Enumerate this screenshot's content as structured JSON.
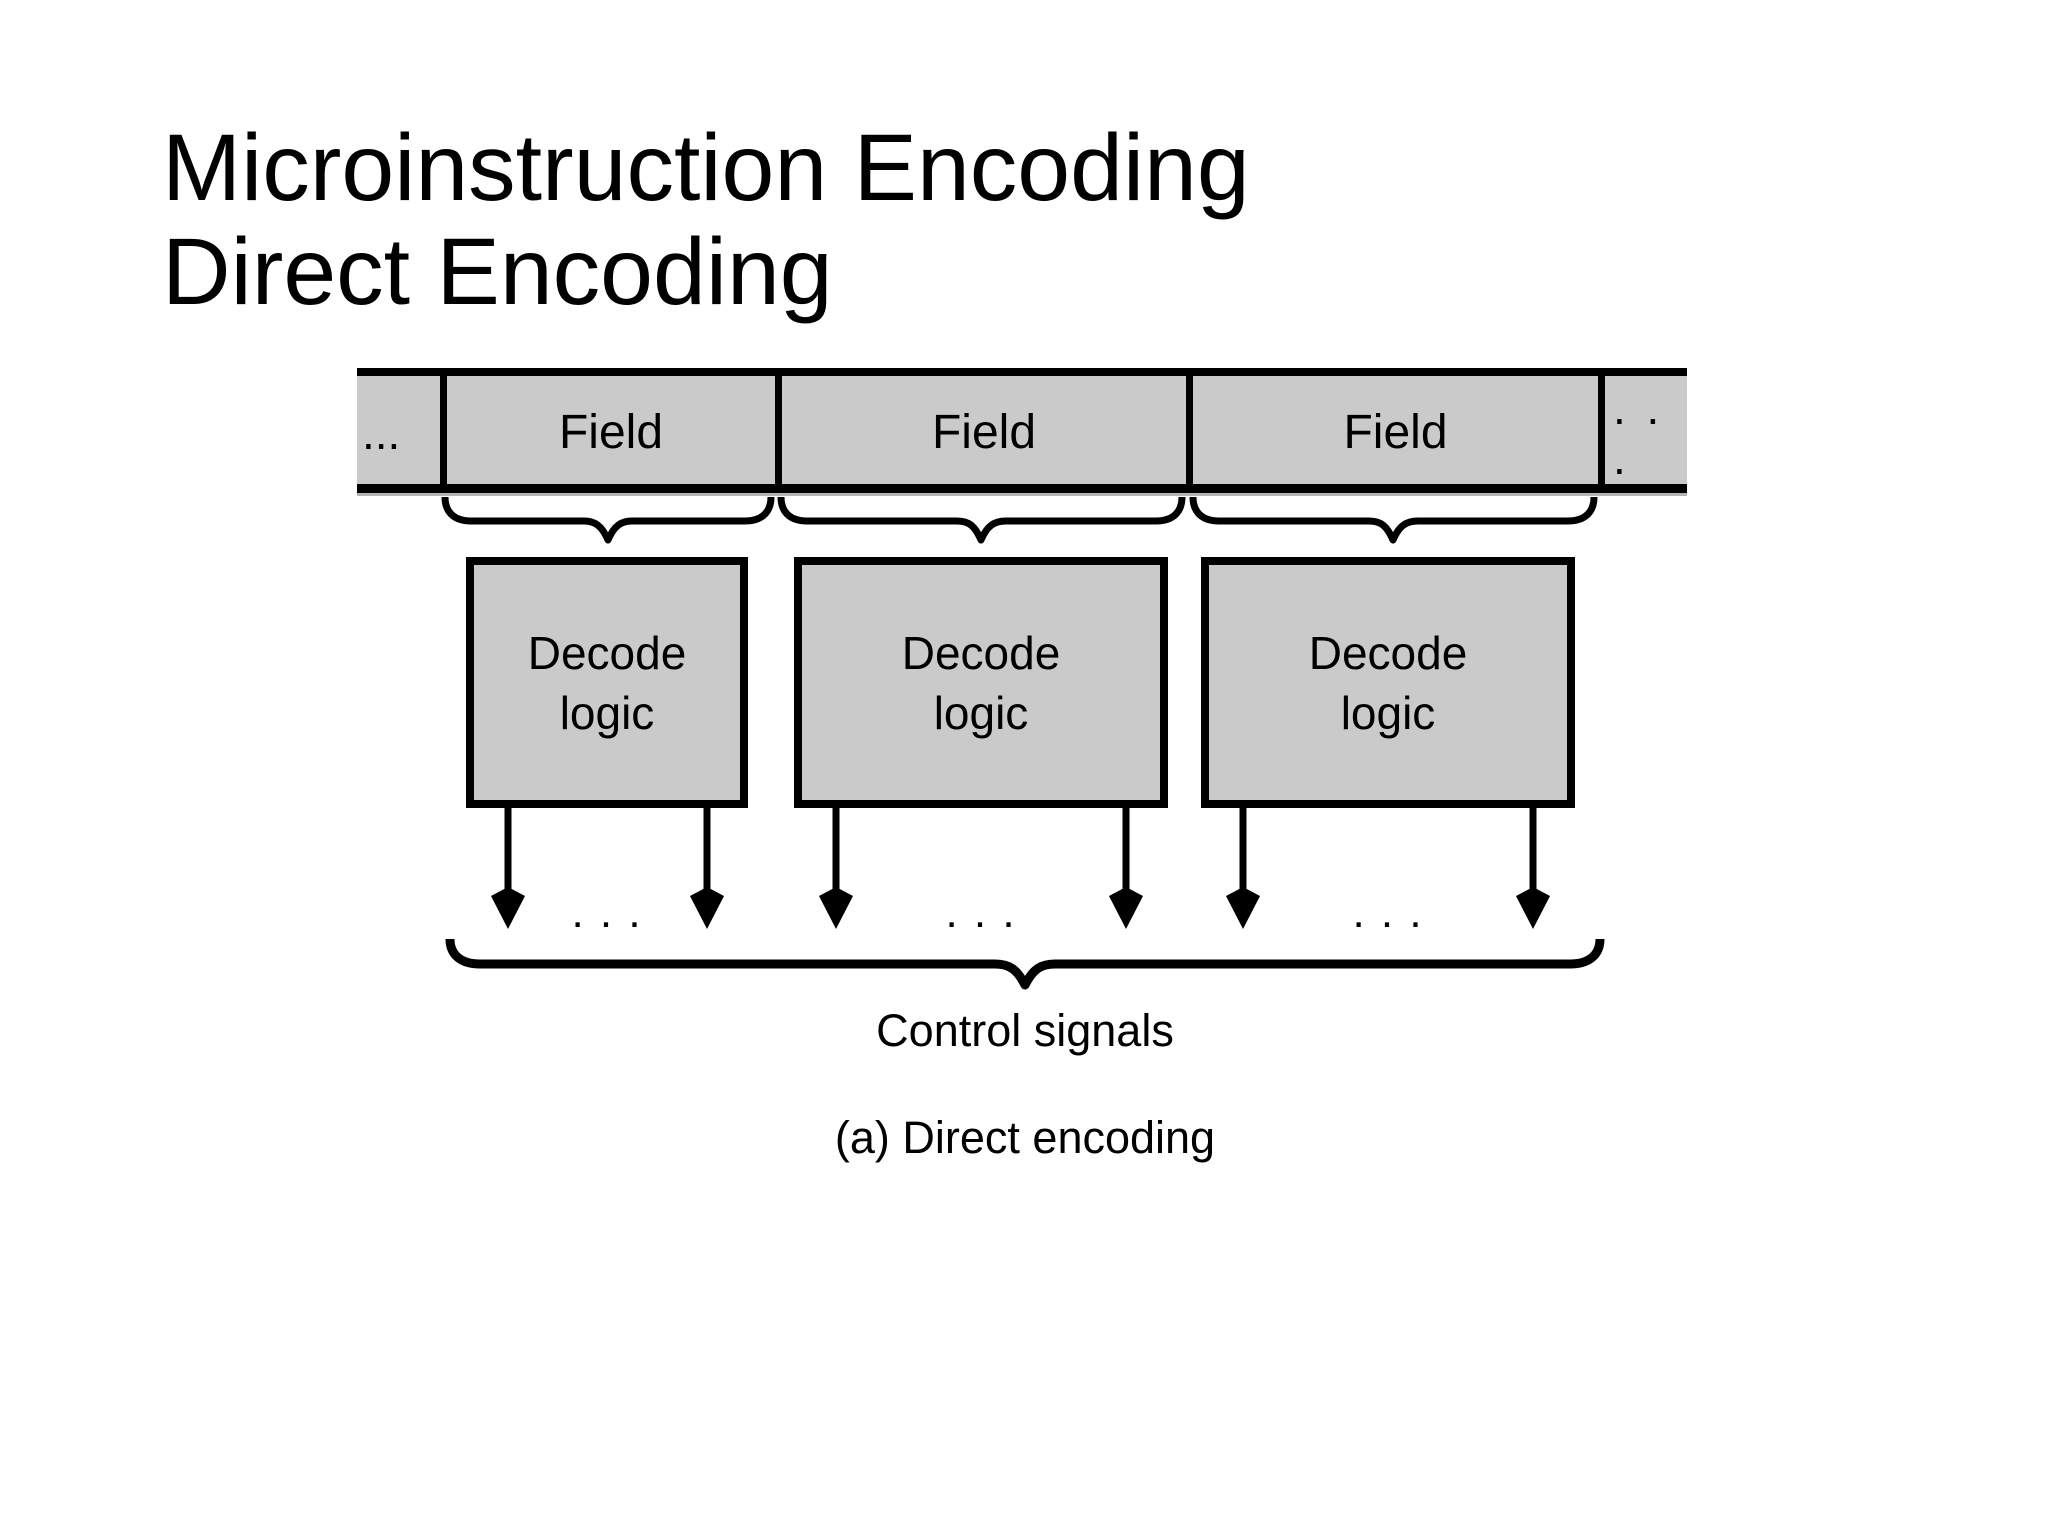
{
  "slide": {
    "title": {
      "line1": "Microinstruction Encoding",
      "line2": "Direct Encoding"
    }
  },
  "register": {
    "left_ellipsis": "...",
    "fields": [
      "Field",
      "Field",
      "Field"
    ],
    "right_ellipsis": ". . ."
  },
  "decoders": [
    {
      "line1": "Decode",
      "line2": "logic"
    },
    {
      "line1": "Decode",
      "line2": "logic"
    },
    {
      "line1": "Decode",
      "line2": "logic"
    }
  ],
  "outputs": {
    "ellipsis": [
      ". . .",
      ". . .",
      ". . ."
    ]
  },
  "labels": {
    "control_signals": "Control signals",
    "caption": "(a) Direct encoding"
  },
  "colors": {
    "background": "#ffffff",
    "box_fill": "#cacaca",
    "ink": "#000000"
  }
}
